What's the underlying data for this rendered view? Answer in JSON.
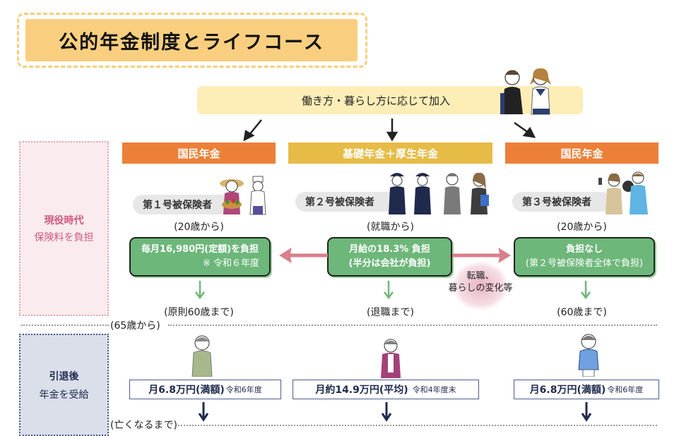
{
  "title": "公的年金制度とライフコース",
  "join_banner": "働き方・暮らし方に応じて加入",
  "colors": {
    "orange_header": "#ec8039",
    "gold_header": "#e6bb46",
    "green_box": "#6db77a",
    "active_pink": "#d05a7d",
    "retired_navy": "#1f2a4d",
    "swap_arrow": "#d97f8a"
  },
  "side": {
    "active": {
      "title": "現役時代",
      "subtitle": "保険料を負担"
    },
    "retired": {
      "title": "引退後",
      "subtitle": "年金を受給"
    }
  },
  "columns": [
    {
      "header": "国民年金",
      "insured": "第１号被保険者",
      "start": "(20歳から)",
      "premium_line1": "毎月16,980円(定額)を負担",
      "premium_line2": "※ 令和６年度",
      "end": "(原則60歳まで)",
      "pension_main": "月6.8万円(満額)",
      "pension_note": "令和6年度"
    },
    {
      "header": "基礎年金＋厚生年金",
      "insured": "第２号被保険者",
      "start": "(就職から)",
      "premium_line1": "月給の18.3% 負担",
      "premium_line2": "(半分は会社が負担)",
      "end": "(退職まで)",
      "pension_main": "月約14.9万円(平均)",
      "pension_note": "令和4年度末"
    },
    {
      "header": "国民年金",
      "insured": "第３号被保険者",
      "start": "(20歳から)",
      "premium_line1": "負担なし",
      "premium_line2": "(第２号被保険者全体で負担)",
      "end": "(60歳まで)",
      "pension_main": "月6.8万円(満額)",
      "pension_note": "令和6年度"
    }
  ],
  "change_note_line1": "転職、",
  "change_note_line2": "暮らしの変化等",
  "from65": "(65歳から)",
  "until_death": "(亡くなるまで)"
}
